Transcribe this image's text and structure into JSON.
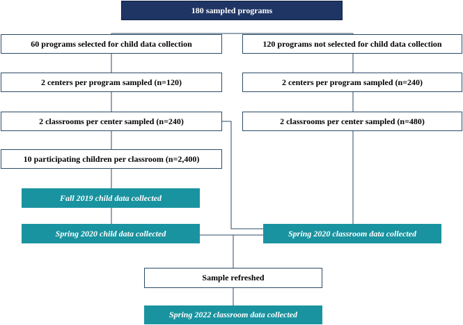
{
  "diagram": {
    "top": "180 sampled programs",
    "left_branch": {
      "selected": "60 programs selected for child data collection",
      "centers": "2 centers per program sampled (n=120)",
      "classrooms": "2 classrooms per center sampled (n=240)",
      "children": "10 participating children per classroom (n=2,400)",
      "fall_2019": "Fall 2019 child data collected",
      "spring_2020_child": "Spring 2020 child data collected"
    },
    "right_branch": {
      "not_selected": "120 programs not selected for child data collection",
      "centers": "2 centers per program sampled (n=240)",
      "classrooms": "2 classrooms per center sampled (n=480)",
      "spring_2020_classroom": "Spring 2020 classroom data collected"
    },
    "refresh": "Sample refreshed",
    "spring_2022": "Spring 2022 classroom data collected"
  },
  "colors": {
    "navy": "#1f3564",
    "teal": "#1a93a0",
    "outline": "#2a4a66"
  }
}
